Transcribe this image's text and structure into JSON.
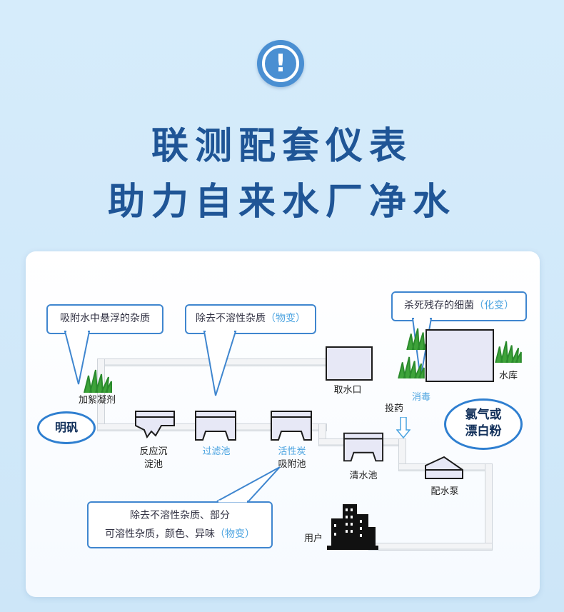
{
  "header": {
    "icon": "exclamation-circle-icon",
    "icon_glyph": "!",
    "line1": "联测配套仪表",
    "line2": "助力自来水厂净水"
  },
  "diagram": {
    "callouts": {
      "coagulant": "吸附水中悬浮的杂质",
      "filter_prefix": "除去不溶性杂质",
      "filter_suffix": "（物变）",
      "disinfect_prefix": "杀死残存的细菌",
      "disinfect_suffix": "（化变）",
      "carbon_line1": "除去不溶性杂质、部分",
      "carbon_line2_prefix": "可溶性杂质，颜色、异味",
      "carbon_line2_suffix": "（物变）"
    },
    "labels": {
      "coagulant": "加絮凝剂",
      "alum": "明矾",
      "intake": "取水口",
      "reservoir": "水库",
      "disinfect": "消毒",
      "dosing": "投药",
      "chlorine_line1": "氯气或",
      "chlorine_line2": "漂白粉",
      "sedimentation_line1": "反应沉",
      "sedimentation_line2": "淀池",
      "filter": "过滤池",
      "carbon_line1": "活性炭",
      "carbon_line2": "吸附池",
      "clear_pool": "清水池",
      "pump": "配水泵",
      "user": "用户"
    },
    "colors": {
      "accent": "#2f7fd0",
      "title": "#1f5596",
      "highlight": "#4ba3e0"
    }
  }
}
